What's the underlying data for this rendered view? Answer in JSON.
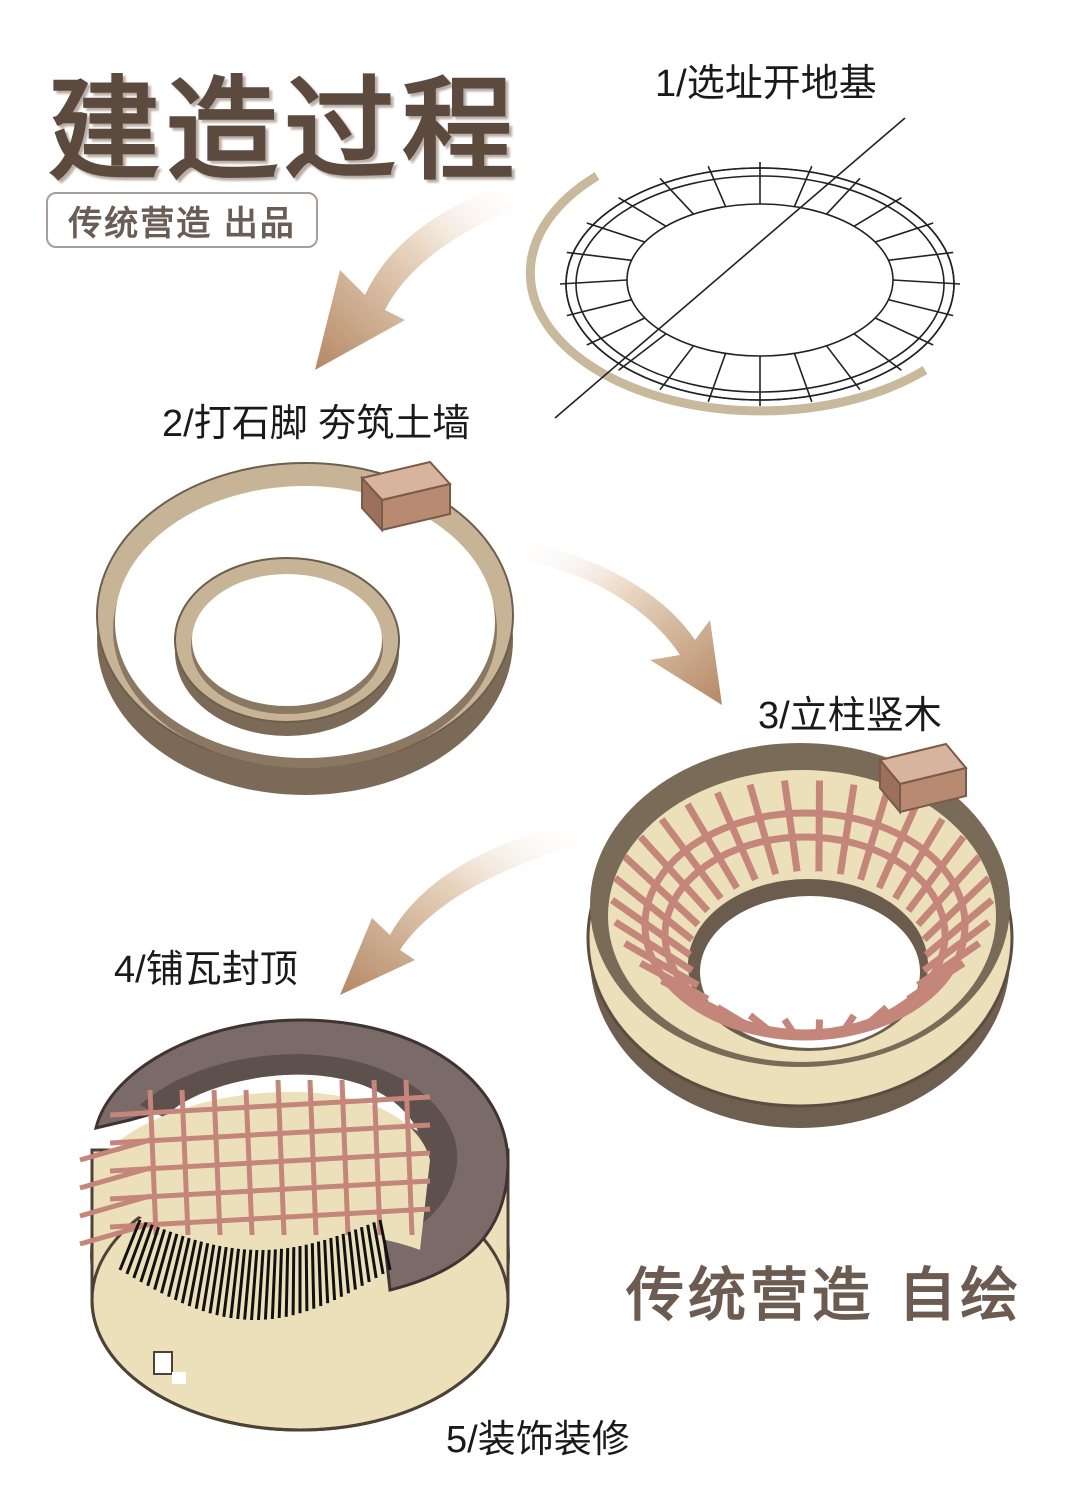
{
  "title": "建造过程",
  "badge": "传统营造 出品",
  "signature": "传统营造  自绘",
  "steps": [
    {
      "label": "1/选址开地基"
    },
    {
      "label": "2/打石脚 夯筑土墙"
    },
    {
      "label": "3/立柱竖木"
    },
    {
      "label": "4/铺瓦封顶"
    },
    {
      "label": "5/装饰装修"
    }
  ],
  "colors": {
    "title": "#5c4a3f",
    "wall_tan": "#c9b697",
    "wall_dark": "#7d6a55",
    "wall_cream": "#ede0ba",
    "roof": "#7a6b68",
    "timber": "#c4867a",
    "arrow": "#b98f6c"
  }
}
